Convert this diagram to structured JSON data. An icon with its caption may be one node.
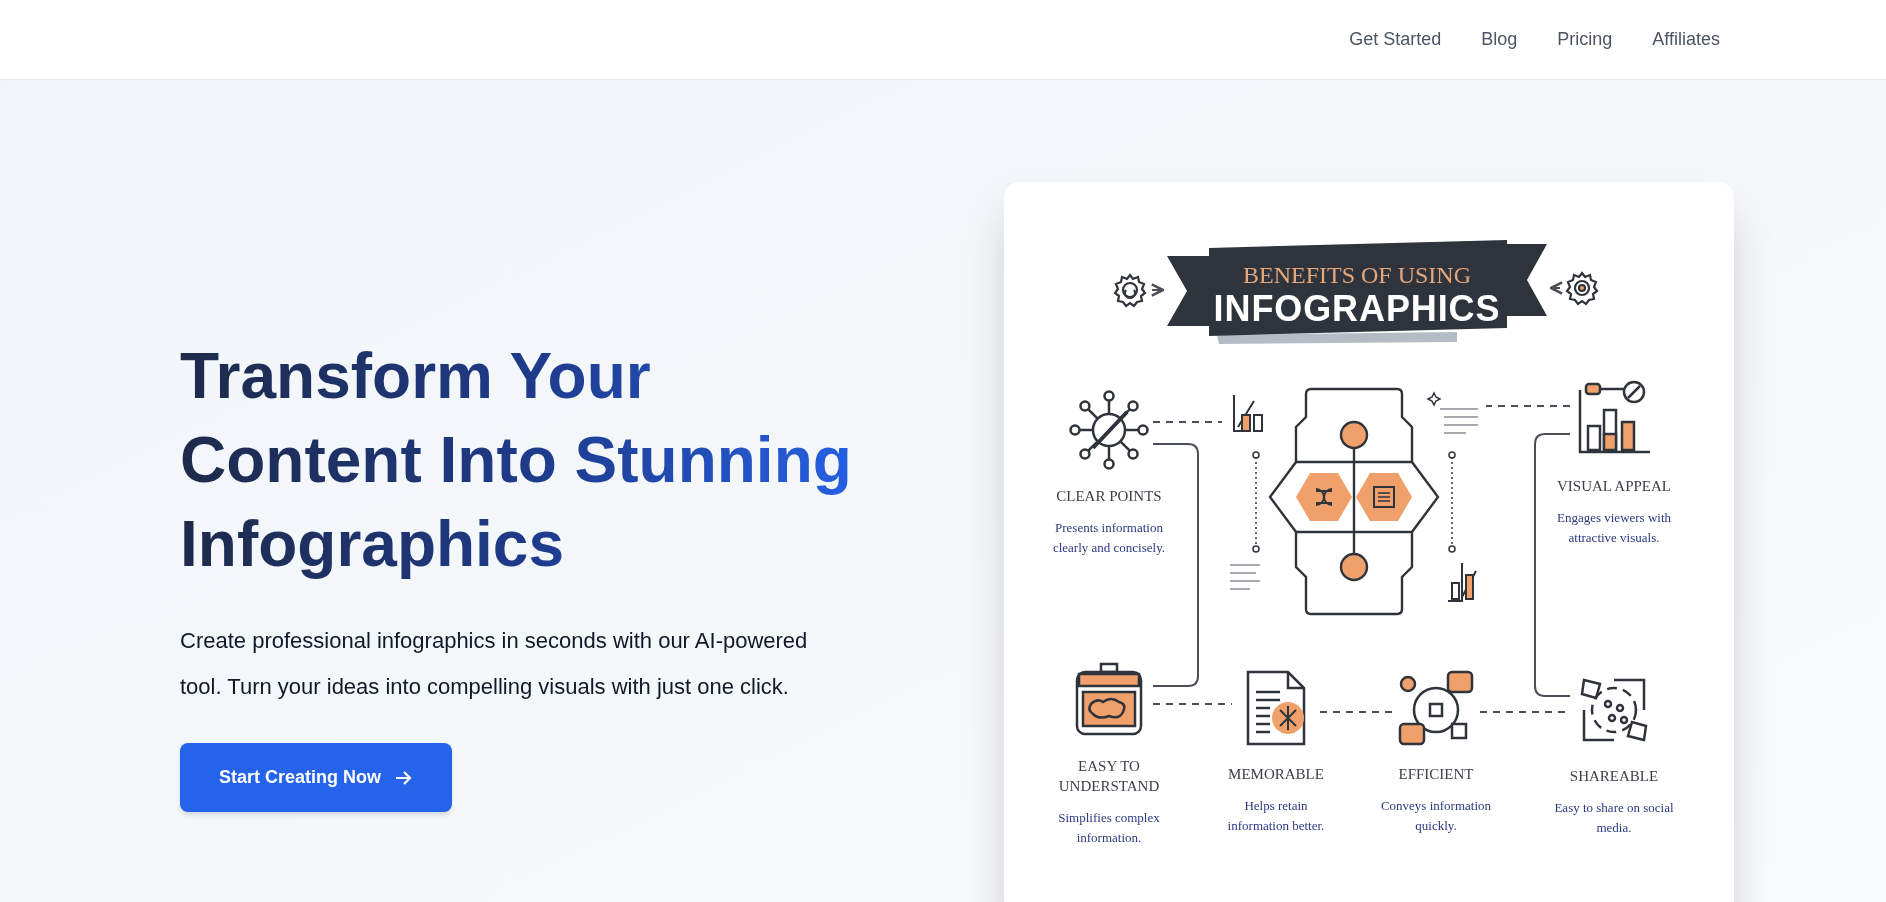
{
  "diagram": {
    "title": "Transform Your Content Into Stunning Infographics",
    "nodes": [
      {
        "text": [],
        "shape": "gear"
      },
      {
        "text": [
          "BENEFITS OF USING",
          "INFOGRAPHICS"
        ]
      },
      {
        "text": [],
        "shape": "gear"
      },
      {
        "text": [
          "CLEAR POINTS",
          "Presents information clearly and concisely."
        ]
      },
      {
        "text": [],
        "shape": "picture"
      },
      {
        "text": [
          "VISUAL APPEAL",
          "Engages viewers with attractive visuals."
        ]
      },
      {
        "text": [
          "EASY TO UNDERSTAND",
          "Simplifies complex information."
        ]
      },
      {
        "text": [
          "MEMORABLE",
          "Helps retain information better."
        ]
      },
      {
        "text": [
          "EFFICIENT",
          "Conveys information quickly."
        ]
      },
      {
        "text": [
          "SHAREABLE",
          "Easy to share on social media."
        ]
      }
    ],
    "edges": [
      {
        "from": 0,
        "to": 1,
        "arrow": "to"
      },
      {
        "from": 2,
        "to": 1,
        "arrow": "to"
      },
      {
        "from": 3,
        "to": 4,
        "arrow": "none",
        "style": "dashed"
      },
      {
        "from": 3,
        "to": 6,
        "arrow": "none"
      },
      {
        "from": 5,
        "to": 4,
        "arrow": "none",
        "style": "dashed"
      },
      {
        "from": 5,
        "to": 9,
        "arrow": "none"
      },
      {
        "from": 6,
        "to": 7,
        "arrow": "none",
        "style": "dashed"
      },
      {
        "from": 7,
        "to": 8,
        "arrow": "none",
        "style": "dashed"
      },
      {
        "from": 8,
        "to": 9,
        "arrow": "none",
        "style": "dashed"
      }
    ],
    "labels": [
      "Get Started",
      "Blog",
      "Pricing",
      "Affiliates",
      "Create professional infographics in seconds with our AI-powered tool. Turn your ideas into compelling visuals with just one click.",
      "Start Creating Now"
    ]
  }
}
